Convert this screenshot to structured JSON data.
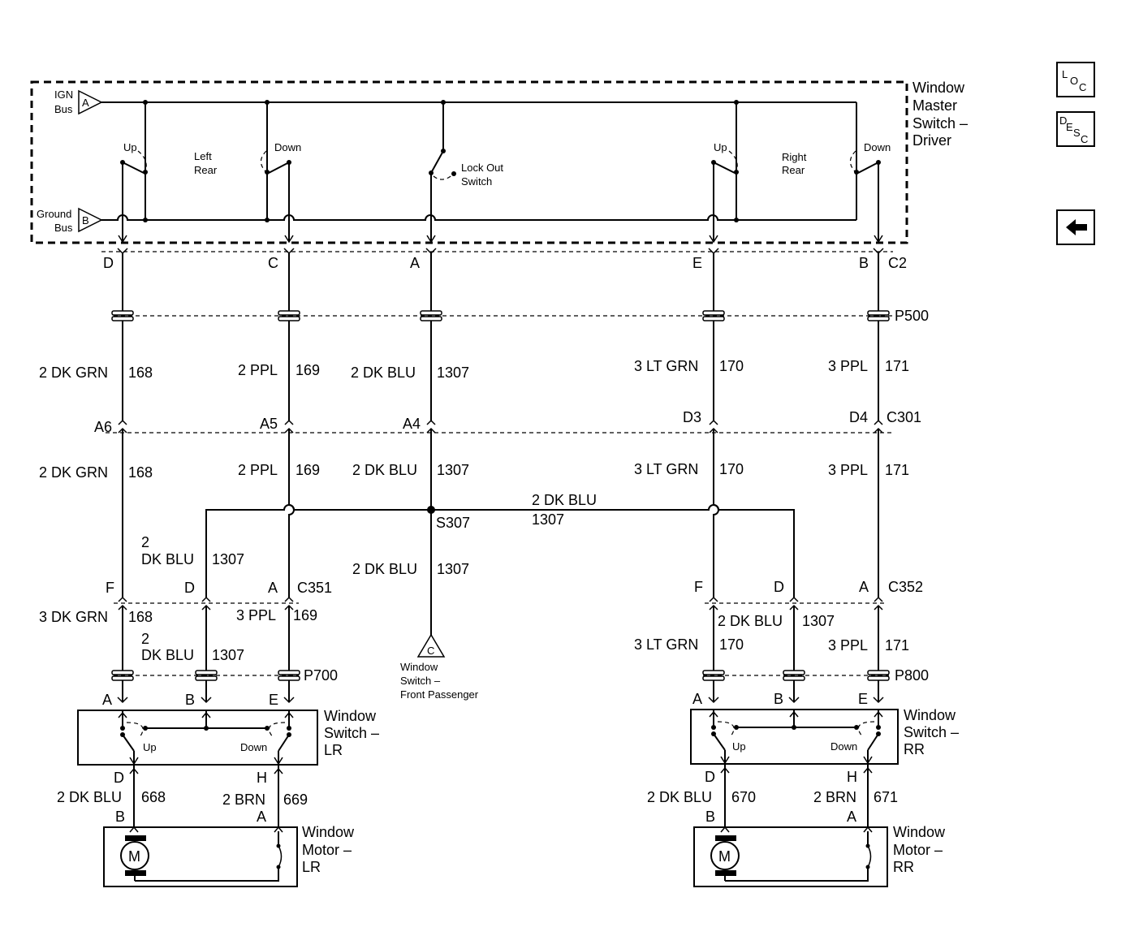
{
  "nav": {
    "loc_button": {
      "main": "L",
      "sub1": "O",
      "sub2": "C"
    },
    "desc_button": {
      "main": "D",
      "sub1": "E",
      "sub2": "S",
      "sub3": "C"
    },
    "back_icon": "left-arrow-icon"
  },
  "master_switch": {
    "title": [
      "Window",
      "Master",
      "Switch –",
      "Driver"
    ],
    "ign_bus": [
      "IGN",
      "Bus"
    ],
    "ign_pin": "A",
    "ground_bus": [
      "Ground",
      "Bus"
    ],
    "ground_pin": "B",
    "left_rear": [
      "Left",
      "Rear"
    ],
    "right_rear": [
      "Right",
      "Rear"
    ],
    "up": "Up",
    "down": "Down",
    "lockout": [
      "Lock Out",
      "Switch"
    ]
  },
  "connectors": {
    "c2": {
      "name": "C2",
      "pins": [
        "D",
        "C",
        "A",
        "E",
        "B"
      ]
    },
    "p500": "P500",
    "c301": {
      "name": "C301",
      "pins": [
        "A6",
        "A5",
        "A4",
        "D3",
        "D4"
      ]
    },
    "c351": {
      "name": "C351",
      "pins": [
        "F",
        "D",
        "A"
      ]
    },
    "c352": {
      "name": "C352",
      "pins": [
        "F",
        "D",
        "A"
      ]
    },
    "p700": "P700",
    "p800": "P800"
  },
  "wires": {
    "upper": [
      {
        "color": "2 DK GRN",
        "circuit": "168"
      },
      {
        "color": "2 PPL",
        "circuit": "169"
      },
      {
        "color": "2 DK BLU",
        "circuit": "1307"
      },
      {
        "color": "3 LT GRN",
        "circuit": "170"
      },
      {
        "color": "3 PPL",
        "circuit": "171"
      }
    ],
    "middle": [
      {
        "color": "2 DK GRN",
        "circuit": "168"
      },
      {
        "color": "2 PPL",
        "circuit": "169"
      },
      {
        "color": "2 DK BLU",
        "circuit": "1307"
      },
      {
        "color": "3 LT GRN",
        "circuit": "170"
      },
      {
        "color": "3 PPL",
        "circuit": "171"
      }
    ],
    "horizontal_blu": {
      "color": "2 DK BLU",
      "circuit": "1307"
    },
    "splice": "S307",
    "left_branch": {
      "color_a": "2",
      "color_b": "DK BLU",
      "circuit": "1307"
    },
    "passenger_feed": {
      "color": "2 DK BLU",
      "circuit": "1307"
    },
    "lr_lower": [
      {
        "color": "3 DK GRN",
        "circuit": "168"
      },
      {
        "color_a": "2",
        "color_b": "DK BLU",
        "circuit": "1307"
      },
      {
        "color": "3 PPL",
        "circuit": "169"
      }
    ],
    "rr_lower": [
      {
        "color": "3 LT GRN",
        "circuit": "170"
      },
      {
        "color": "2 DK BLU",
        "circuit": "1307"
      },
      {
        "color": "3 PPL",
        "circuit": "171"
      }
    ],
    "lr_motor": [
      {
        "color": "2 DK BLU",
        "circuit": "668"
      },
      {
        "color": "2 BRN",
        "circuit": "669"
      }
    ],
    "rr_motor": [
      {
        "color": "2 DK BLU",
        "circuit": "670"
      },
      {
        "color": "2 BRN",
        "circuit": "671"
      }
    ]
  },
  "passenger": {
    "pin": "C",
    "label": [
      "Window",
      "Switch –",
      "Front Passenger"
    ]
  },
  "lr_switch": {
    "title": [
      "Window",
      "Switch –",
      "LR"
    ],
    "top_pins": [
      "A",
      "B",
      "E"
    ],
    "bottom_pins": [
      "D",
      "H"
    ],
    "up": "Up",
    "down": "Down"
  },
  "rr_switch": {
    "title": [
      "Window",
      "Switch –",
      "RR"
    ],
    "top_pins": [
      "A",
      "B",
      "E"
    ],
    "bottom_pins": [
      "D",
      "H"
    ],
    "up": "Up",
    "down": "Down"
  },
  "lr_motor": {
    "title": [
      "Window",
      "Motor –",
      "LR"
    ],
    "pins": [
      "B",
      "A"
    ],
    "symbol": "M"
  },
  "rr_motor": {
    "title": [
      "Window",
      "Motor –",
      "RR"
    ],
    "pins": [
      "B",
      "A"
    ],
    "symbol": "M"
  }
}
